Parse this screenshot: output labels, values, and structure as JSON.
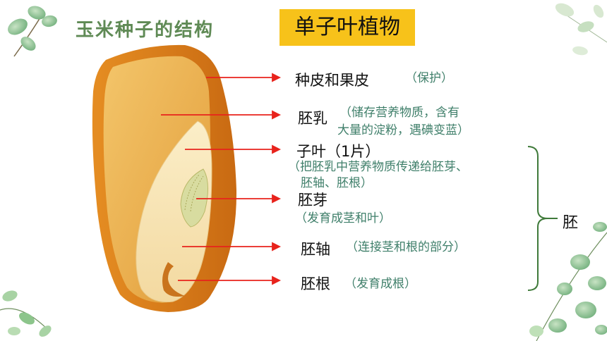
{
  "slide": {
    "title": "玉米种子的结构",
    "category_badge": "单子叶植物",
    "bracket_label": "胚"
  },
  "labels": [
    {
      "name": "种皮和果皮",
      "note": "（保护）"
    },
    {
      "name": "胚乳",
      "note_line1": "（储存营养物质，含有",
      "note_line2": "大量的淀粉，遇碘变蓝）"
    },
    {
      "name": "子叶（1片）",
      "note_line1": "（把胚乳中营养物质传递给胚芽、",
      "note_line2": "胚轴、胚根）"
    },
    {
      "name": "胚芽",
      "note": "（发育成茎和叶）"
    },
    {
      "name": "胚轴",
      "note": "（连接茎和根的部分）"
    },
    {
      "name": "胚根",
      "note": "（发育成根）"
    }
  ],
  "colors": {
    "title": "#5f8a55",
    "badge": "#f7c21a",
    "arrow": "#e8231c",
    "note": "#3f7f6a",
    "bracket": "#3f7a3a"
  }
}
